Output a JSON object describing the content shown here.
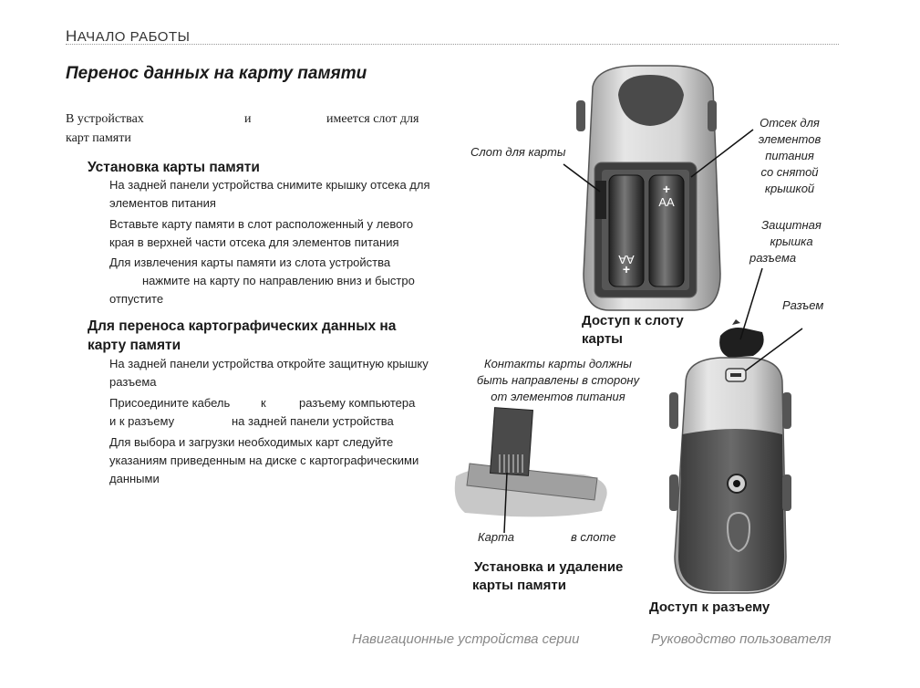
{
  "header": {
    "section_title_first": "Н",
    "section_title_rest": "АЧАЛО РАБОТЫ"
  },
  "page_title": "Перенос данных на карту памяти",
  "intro": {
    "part1": "В устройствах",
    "part2": "и",
    "part3": "имеется слот для",
    "line2": "карт памяти"
  },
  "install_section": {
    "heading": "Установка карты памяти",
    "steps": [
      {
        "line1": "На задней панели устройства снимите крышку отсека для",
        "line2": "элементов питания"
      },
      {
        "line1": "Вставьте карту памяти в слот  расположенный у левого",
        "line2": "края в верхней части отсека для элементов питания"
      },
      {
        "line1": "Для извлечения карты памяти из слота устройства",
        "line2": "нажмите на карту по направлению вниз и быстро",
        "line3": "отпустите"
      }
    ]
  },
  "transfer_section": {
    "heading_line1": "Для переноса картографических данных на",
    "heading_line2": "карту памяти",
    "step1_line1": "На задней панели устройства откройте защитную крышку",
    "step1_line2": "разъема",
    "step2_line1_a": "Присоедините кабель",
    "step2_line1_b": "к",
    "step2_line1_c": "разъему компьютера",
    "step2_line2_a": "и к разъему",
    "step2_line2_b": "на задней панели устройства",
    "step3_line1": "Для выбора и загрузки необходимых карт следуйте",
    "step3_line2": "указаниям  приведенным на диске с картографическими",
    "step3_line3": "данными"
  },
  "figure": {
    "callouts": {
      "card_slot": "Слот для карты",
      "battery_compartment": [
        "Отсек для",
        "элементов",
        "питания",
        "со снятой",
        "крышкой"
      ],
      "connector_cover": [
        "Защитная",
        "крышка",
        "разъема"
      ],
      "connector": "Разъем",
      "contacts_note": [
        "Контакты карты должны",
        "быть направлены в сторону",
        "от элементов питания"
      ],
      "card": "Карта",
      "in_slot": "в слоте"
    },
    "captions": {
      "slot_access": [
        "Доступ к слоту",
        "карты"
      ],
      "install_remove": [
        "Установка и удаление",
        "карты памяти"
      ],
      "connector_access": "Доступ к разъему"
    },
    "battery_label": "AA",
    "plus_sign": "+"
  },
  "footer": {
    "left": "Навигационные устройства серии",
    "right": "Руководство пользователя"
  }
}
